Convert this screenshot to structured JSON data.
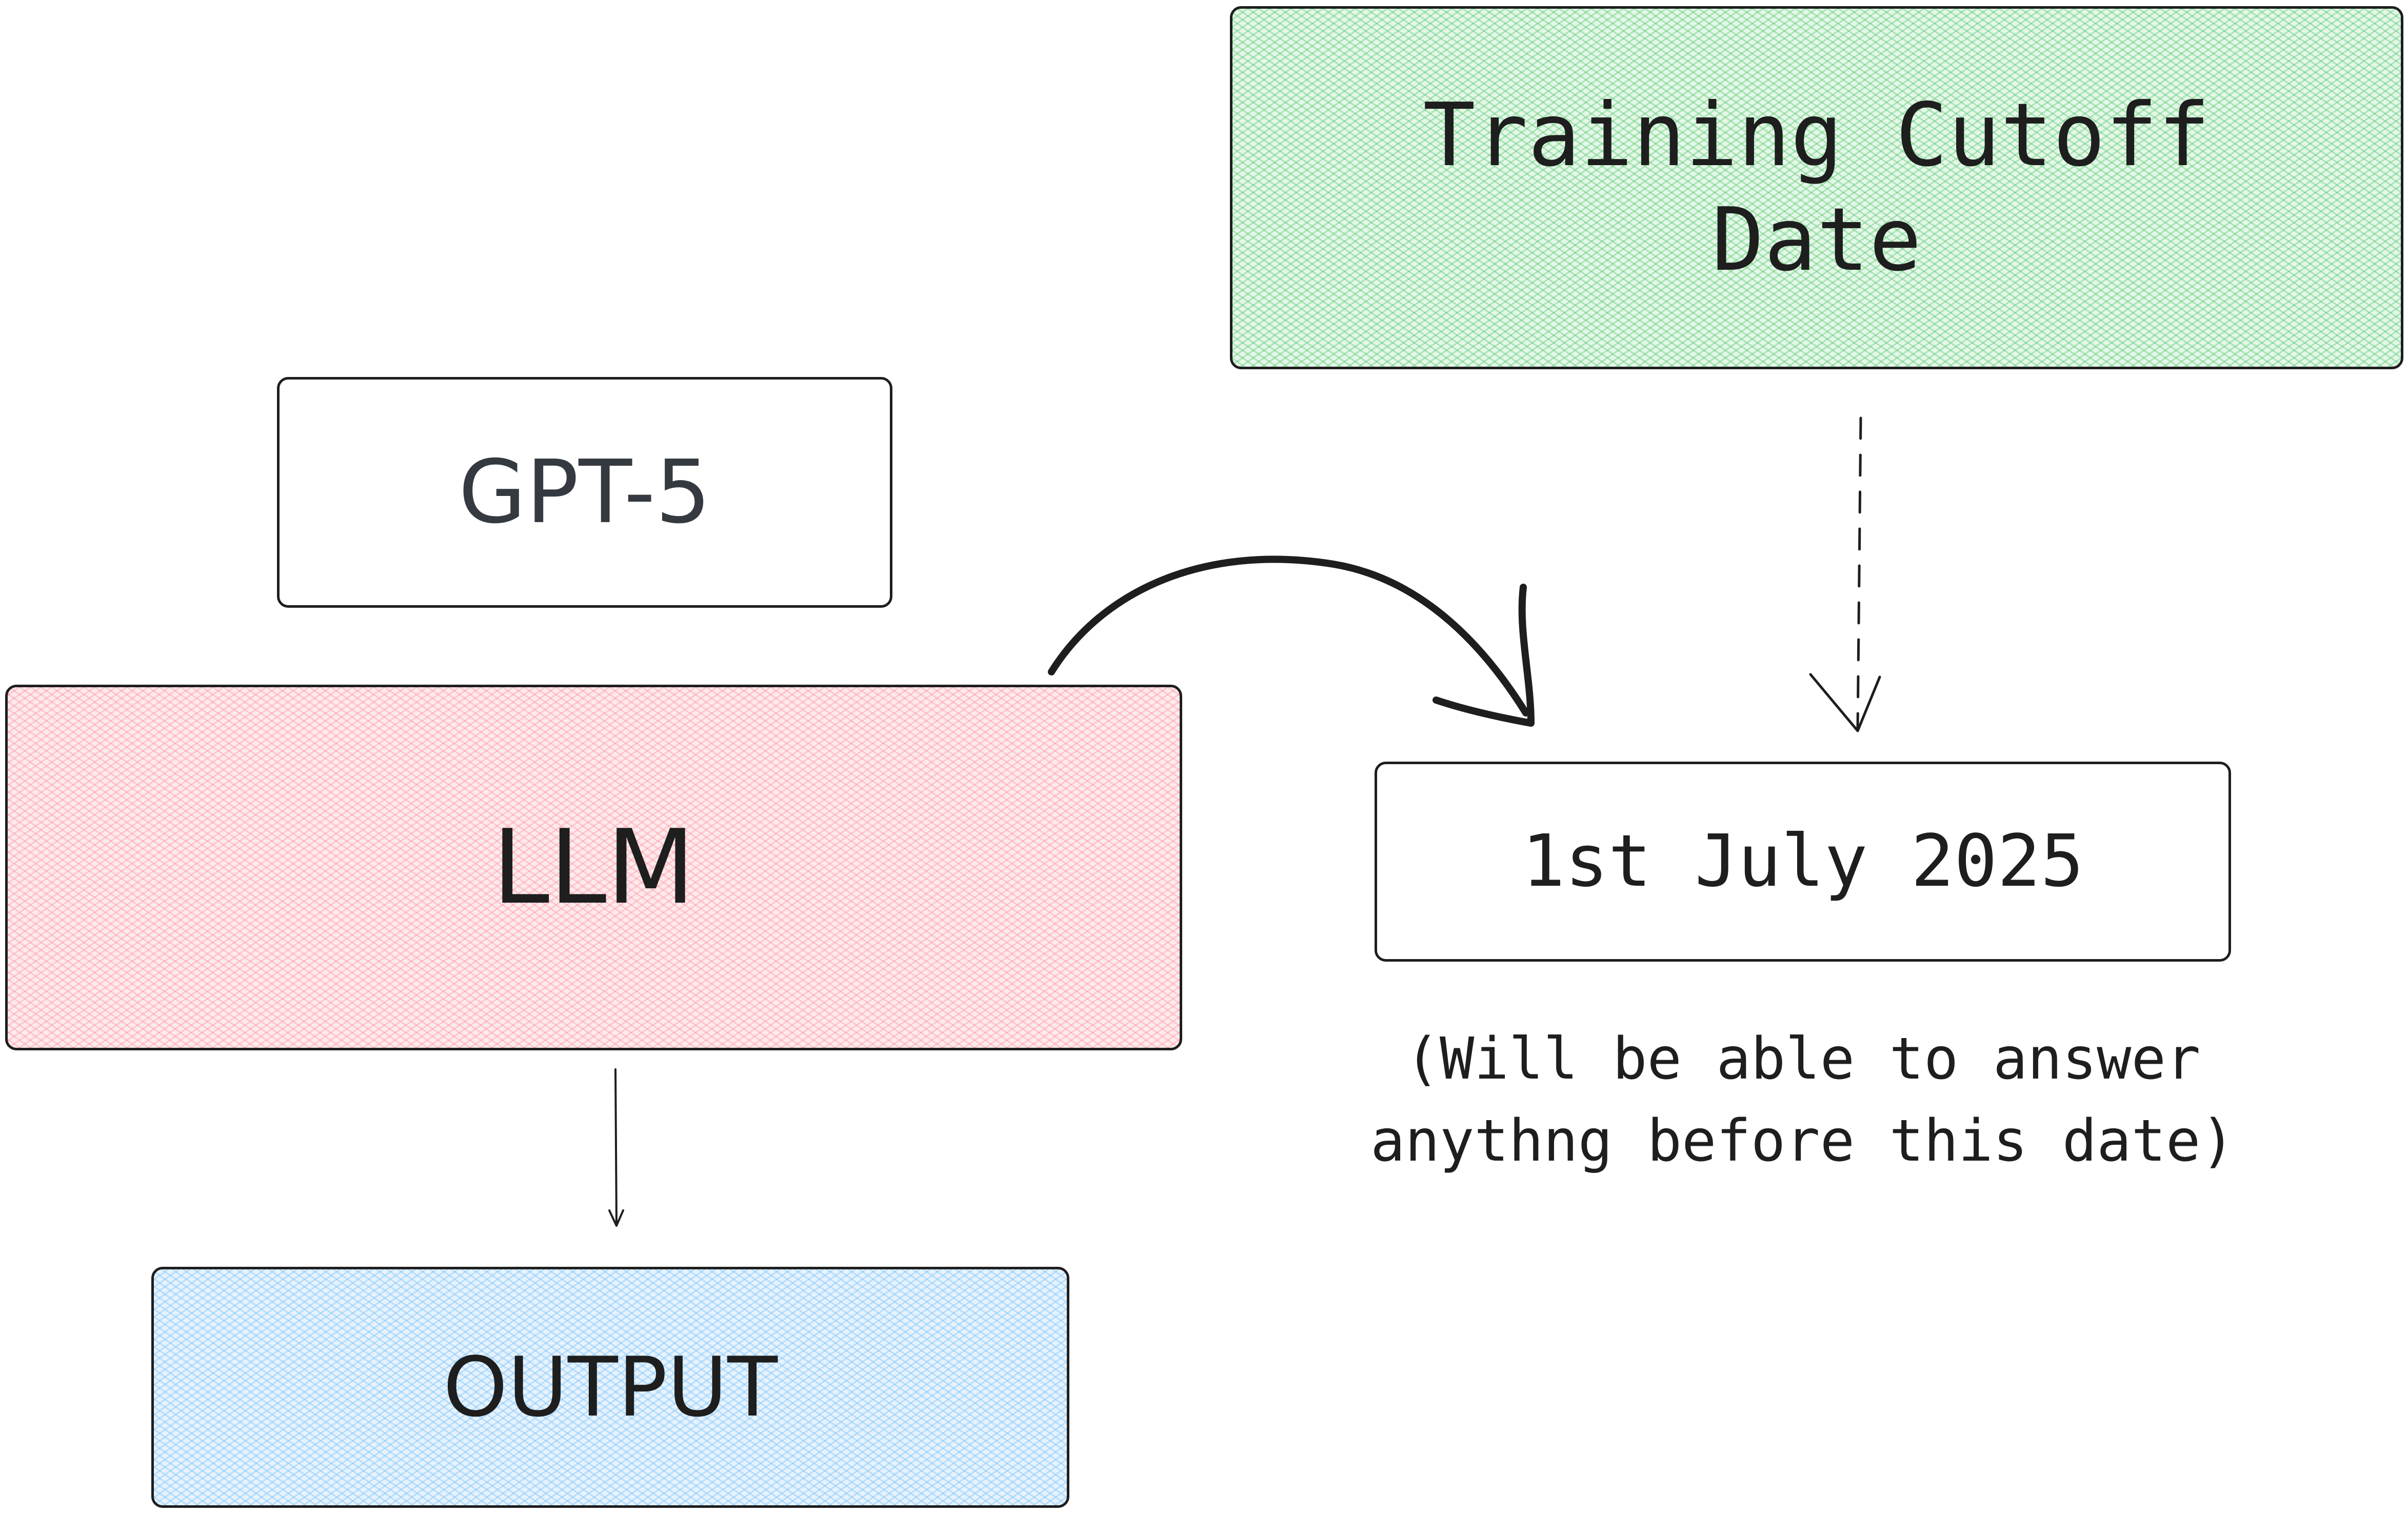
{
  "diagram": {
    "nodes": {
      "training_cutoff": "Training Cutoff\nDate",
      "gpt5": "GPT-5",
      "llm": "LLM",
      "date": "1st July 2025",
      "output": "OUTPUT"
    },
    "note": "(Will be able to answer\nanythng before this date)",
    "colors": {
      "stroke": "#1e1e1e",
      "green_fill": "#b2f2bb",
      "red_fill": "#ffc9c9",
      "blue_fill": "#a5d8ff"
    },
    "edges": [
      {
        "from": "llm",
        "to": "date",
        "style": "solid-curved"
      },
      {
        "from": "training_cutoff",
        "to": "date",
        "style": "dashed"
      },
      {
        "from": "llm",
        "to": "output",
        "style": "solid"
      }
    ]
  }
}
